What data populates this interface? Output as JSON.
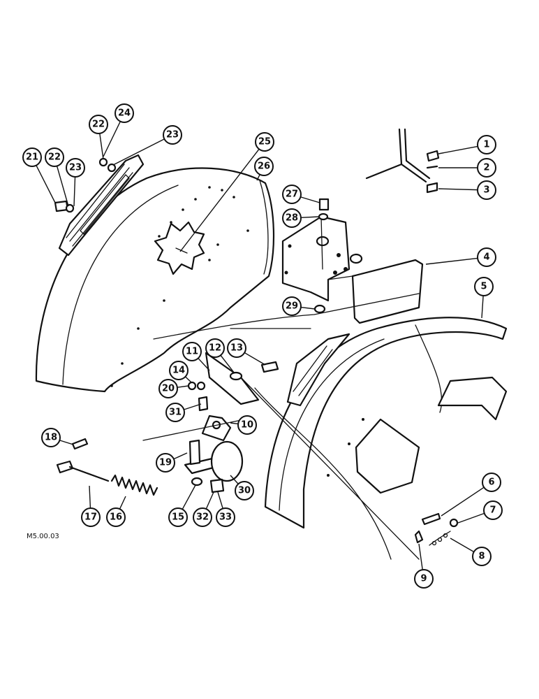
{
  "drawing_ref": "M5.00.03",
  "callouts": [
    "1",
    "2",
    "3",
    "4",
    "5",
    "6",
    "7",
    "8",
    "9",
    "10",
    "11",
    "12",
    "13",
    "14",
    "15",
    "16",
    "17",
    "18",
    "19",
    "20",
    "21",
    "22",
    "22",
    "23",
    "23",
    "24",
    "25",
    "26",
    "27",
    "28",
    "29",
    "30",
    "31",
    "32",
    "33"
  ]
}
